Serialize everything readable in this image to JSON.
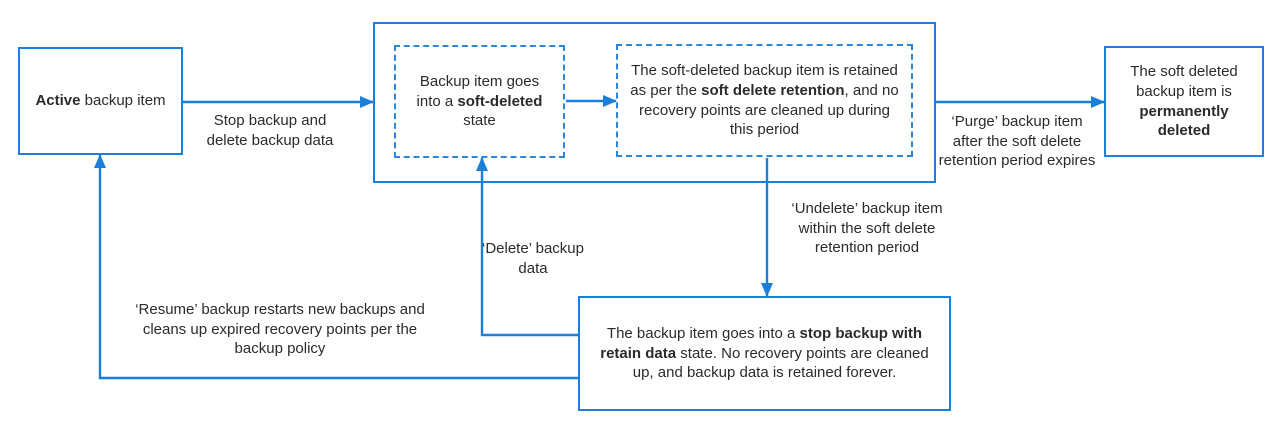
{
  "colors": {
    "accent_blue": "#1b7fd9",
    "dashed_blue": "#2e86d8",
    "text": "#2b2b2b",
    "background": "#ffffff"
  },
  "nodes": {
    "active": {
      "segments": [
        {
          "text": "Active",
          "bold": true
        },
        {
          "text": " backup item",
          "bold": false
        }
      ]
    },
    "soft_deleted_state": {
      "segments": [
        {
          "text": "Backup item goes into a ",
          "bold": false
        },
        {
          "text": "soft-deleted",
          "bold": true
        },
        {
          "text": " state",
          "bold": false
        }
      ]
    },
    "retention": {
      "segments": [
        {
          "text": "The soft-deleted backup item is retained as per the ",
          "bold": false
        },
        {
          "text": "soft delete retention",
          "bold": true
        },
        {
          "text": ", and no recovery points are cleaned up during this period",
          "bold": false
        }
      ]
    },
    "permanently_deleted": {
      "segments": [
        {
          "text": "The soft deleted backup item is ",
          "bold": false
        },
        {
          "text": "permanently deleted",
          "bold": true
        }
      ]
    },
    "stop_backup_retain": {
      "segments": [
        {
          "text": "The backup item goes into a ",
          "bold": false
        },
        {
          "text": "stop backup with retain data",
          "bold": true
        },
        {
          "text": " state. No recovery points are cleaned up, and backup data is retained forever.",
          "bold": false
        }
      ]
    }
  },
  "edge_labels": {
    "stop_delete": "Stop backup and delete  backup data",
    "purge": "‘Purge’ backup item after the soft delete retention period expires",
    "undelete": "‘Undelete’ backup item within the soft delete retention period",
    "delete_data": "‘Delete’ backup data",
    "resume": "‘Resume’ backup restarts new backups and cleans up expired recovery points per the backup policy"
  }
}
